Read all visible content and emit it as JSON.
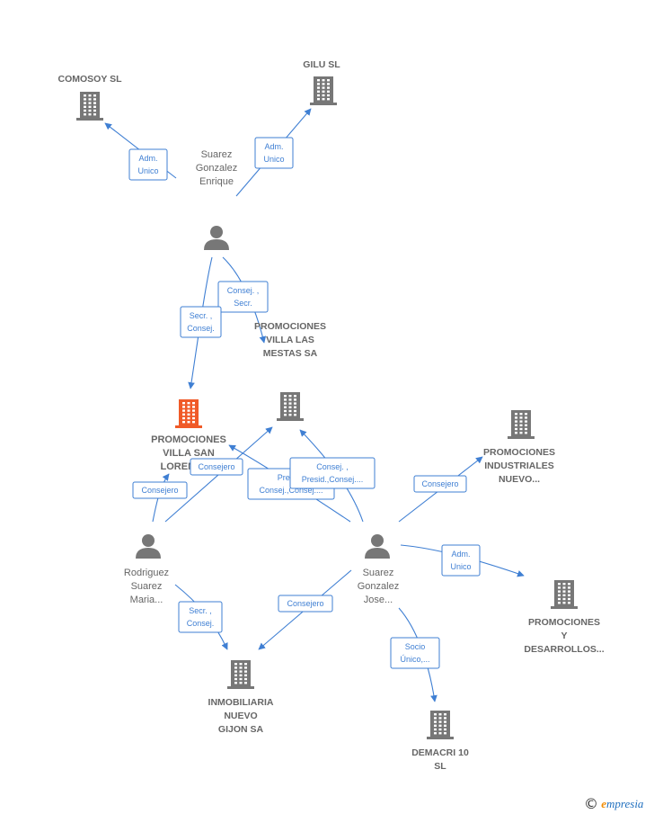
{
  "colors": {
    "edge": "#3f7fd3",
    "company": "#777777",
    "focus_company": "#f05a28",
    "person": "#777777",
    "text": "#666666"
  },
  "companies": [
    {
      "id": "comosoy",
      "lines": [
        "COMOSOY SL"
      ],
      "icon": "building-icon"
    },
    {
      "id": "gilu",
      "lines": [
        "GILU SL"
      ],
      "icon": "building-icon"
    },
    {
      "id": "mestas",
      "lines": [
        "PROMOCIONES",
        "VILLA LAS",
        "MESTAS SA"
      ],
      "icon": "building-icon"
    },
    {
      "id": "sanlorenzo",
      "lines": [
        "PROMOCIONES",
        "VILLA SAN",
        "LORENZO..."
      ],
      "icon": "building-icon",
      "focus": true
    },
    {
      "id": "industriales",
      "lines": [
        "PROMOCIONES",
        "INDUSTRIALES",
        "NUEVO..."
      ],
      "icon": "building-icon"
    },
    {
      "id": "desarrollos",
      "lines": [
        "PROMOCIONES",
        "Y",
        "DESARROLLOS..."
      ],
      "icon": "building-icon"
    },
    {
      "id": "inmobiliaria",
      "lines": [
        "INMOBILIARIA",
        "NUEVO",
        "GIJON SA"
      ],
      "icon": "building-icon"
    },
    {
      "id": "demacri",
      "lines": [
        "DEMACRI 10",
        "SL"
      ],
      "icon": "building-icon"
    }
  ],
  "persons": [
    {
      "id": "enrique",
      "lines": [
        "Suarez",
        "Gonzalez",
        "Enrique"
      ],
      "icon": "person-icon"
    },
    {
      "id": "maria",
      "lines": [
        "Rodriguez",
        "Suarez",
        "Maria..."
      ],
      "icon": "person-icon"
    },
    {
      "id": "jose",
      "lines": [
        "Suarez",
        "Gonzalez",
        "Jose..."
      ],
      "icon": "person-icon"
    }
  ],
  "edges": [
    {
      "id": "e1",
      "lines": [
        "Adm.",
        "Unico"
      ]
    },
    {
      "id": "e2",
      "lines": [
        "Adm.",
        "Unico"
      ]
    },
    {
      "id": "e3",
      "lines": [
        "Consej. ,",
        "Secr."
      ]
    },
    {
      "id": "e4",
      "lines": [
        "Secr. ,",
        "Consej."
      ]
    },
    {
      "id": "e5",
      "lines": [
        "Consejero"
      ]
    },
    {
      "id": "e6",
      "lines": [
        "Consejero"
      ]
    },
    {
      "id": "e7",
      "lines": [
        "Presid.,",
        "Consej.,Consej...."
      ]
    },
    {
      "id": "e8",
      "lines": [
        "Consej. ,",
        "Presid.,Consej...."
      ]
    },
    {
      "id": "e9",
      "lines": [
        "Consejero"
      ]
    },
    {
      "id": "e10",
      "lines": [
        "Adm.",
        "Unico"
      ]
    },
    {
      "id": "e11",
      "lines": [
        "Secr. ,",
        "Consej."
      ]
    },
    {
      "id": "e12",
      "lines": [
        "Consejero"
      ]
    },
    {
      "id": "e13",
      "lines": [
        "Socio",
        "Único,..."
      ]
    }
  ],
  "footer": {
    "copyright_symbol": "©",
    "brand_initial": "e",
    "brand_rest": "mpresia"
  }
}
